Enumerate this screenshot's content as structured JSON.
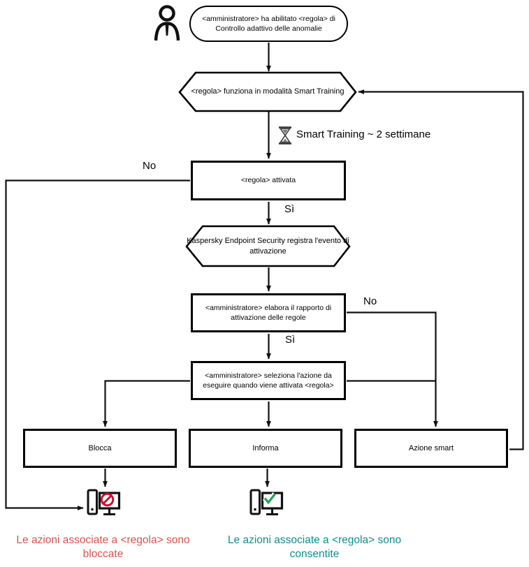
{
  "diagram": {
    "nodes": {
      "start": {
        "text": "<amministratore> ha abilitato <regola> di Controllo adattivo delle anomalie"
      },
      "smart_training_mode": {
        "text": "<regola> funziona in modalità Smart Training"
      },
      "training_duration": {
        "text": "Smart Training ~ 2 settimane"
      },
      "rule_activated": {
        "text": "<regola> attivata"
      },
      "kes_logs_event": {
        "text": "Kaspersky Endpoint Security registra l'evento di attivazione"
      },
      "admin_report": {
        "text": "<amministratore> elabora il rapporto di attivazione delle regole"
      },
      "admin_selects_action": {
        "text": "<amministratore> seleziona l'azione da eseguire quando viene attivata <regola>"
      },
      "block": {
        "text": "Blocca"
      },
      "inform": {
        "text": "Informa"
      },
      "smart_action": {
        "text": "Azione smart"
      }
    },
    "edge_labels": {
      "no_rule_not_activated": "No",
      "yes_rule_activated": "Sì",
      "no_report_not_processed": "No",
      "yes_report_processed": "Sì"
    },
    "outcomes": {
      "blocked": {
        "text": "Le azioni associate a <regola> sono bloccate",
        "color": "#d9534f"
      },
      "allowed": {
        "text": "Le azioni associate a <regola> sono consentite",
        "color": "#0e8d8d"
      }
    },
    "icons": {
      "user": "user-icon",
      "hourglass": "hourglass-icon",
      "blocked_computer": "computer-blocked-icon",
      "allowed_computer": "computer-check-icon"
    },
    "colors": {
      "line": "#111111",
      "prohibition_red": "#c8102e",
      "check_green": "#27a35d",
      "blocked_text": "#d9534f",
      "allowed_text": "#0e8d8d"
    }
  }
}
